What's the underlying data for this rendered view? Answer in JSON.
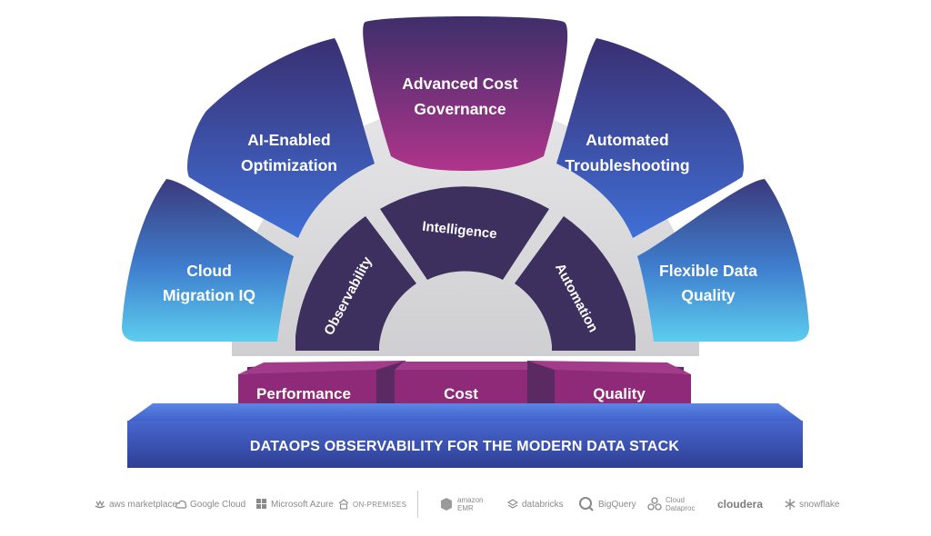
{
  "petals": {
    "cloud_migration": [
      "Cloud",
      "Migration IQ"
    ],
    "ai_optimization": [
      "AI-Enabled",
      "Optimization"
    ],
    "cost_governance": [
      "Advanced Cost",
      "Governance"
    ],
    "troubleshooting": [
      "Automated",
      "Troubleshooting"
    ],
    "data_quality": [
      "Flexible Data",
      "Quality"
    ]
  },
  "ring": {
    "observability": "Observability",
    "intelligence": "Intelligence",
    "automation": "Automation"
  },
  "pillars": {
    "performance": "Performance",
    "cost": "Cost",
    "quality": "Quality"
  },
  "base_title": "DATAOPS OBSERVABILITY FOR THE MODERN DATA STACK",
  "platforms": {
    "aws": "aws marketplace",
    "google": "Google Cloud",
    "azure": "Microsoft Azure",
    "onprem": "ON-PREMISES",
    "emr": [
      "amazon",
      "EMR"
    ],
    "databricks": "databricks",
    "bigquery": "BigQuery",
    "dataproc": [
      "Cloud",
      "Dataproc"
    ],
    "cloudera": "cloudera",
    "snowflake": "snowflake"
  },
  "colors": {
    "petal_blue_top": "#3a2f72",
    "petal_blue_bottom": "#3f6fd6",
    "petal_cyan_bottom": "#59c5e9",
    "petal_magenta_bottom": "#a83088",
    "ring_dark": "#3d2f5e",
    "pillar_magenta": "#8e2a78",
    "base_blue": "#3e62c4"
  }
}
